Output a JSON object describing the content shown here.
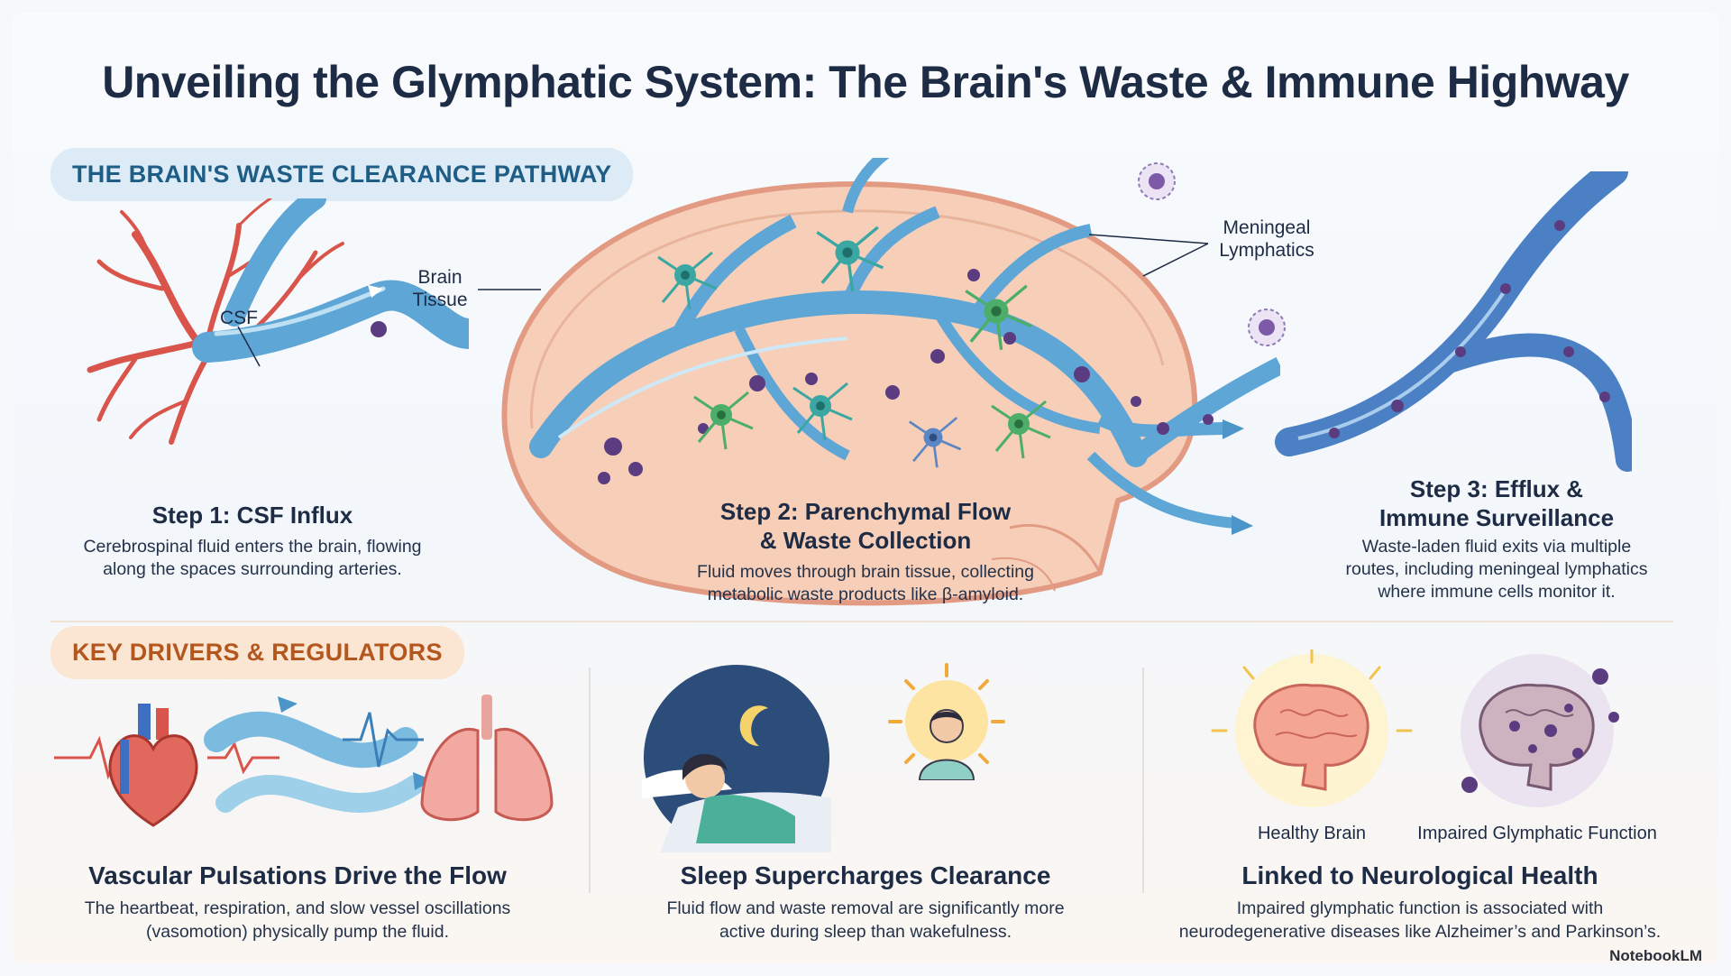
{
  "title": "Unveiling the Glymphatic System: The Brain's Waste & Immune Highway",
  "pathway": {
    "section_label": "THE BRAIN'S WASTE CLEARANCE PATHWAY",
    "labels": {
      "csf": "CSF",
      "brain_tissue_line1": "Brain",
      "brain_tissue_line2": "Tissue",
      "meningeal_line1": "Meningeal",
      "meningeal_line2": "Lymphatics"
    },
    "steps": [
      {
        "heading": "Step 1: CSF Influx",
        "body_line1": "Cerebrospinal fluid enters the brain, flowing",
        "body_line2": "along the spaces surrounding arteries."
      },
      {
        "heading_line1": "Step 2: Parenchymal Flow",
        "heading_line2": "& Waste Collection",
        "body_line1": "Fluid moves through brain tissue, collecting",
        "body_line2": "metabolic waste products like β-amyloid."
      },
      {
        "heading_line1": "Step 3: Efflux &",
        "heading_line2": "Immune Surveillance",
        "body_line1": "Waste-laden fluid exits via multiple",
        "body_line2": "routes, including meningeal lymphatics",
        "body_line3": "where immune cells monitor it."
      }
    ]
  },
  "drivers": {
    "section_label": "KEY DRIVERS & REGULATORS",
    "items": [
      {
        "heading": "Vascular Pulsations Drive the Flow",
        "body_line1": "The heartbeat, respiration, and slow vessel oscillations",
        "body_line2": "(vasomotion) physically pump the fluid."
      },
      {
        "heading": "Sleep Supercharges Clearance",
        "body_line1": "Fluid flow and waste removal are significantly more",
        "body_line2": "active during sleep than wakefulness."
      },
      {
        "heading": "Linked to Neurological Health",
        "healthy_label": "Healthy Brain",
        "impaired_label": "Impaired Glymphatic Function",
        "body_line1": "Impaired glymphatic function is associated with",
        "body_line2": "neurodegenerative diseases like Alzheimer’s and Parkinson’s."
      }
    ]
  },
  "branding": "NotebookLM",
  "colors": {
    "artery": "#d9544a",
    "csf_vessel": "#5ea6d6",
    "brain": "#f3c2a8",
    "waste": "#5b3c80",
    "heading": "#1d2b45",
    "section_blue": "#1e5d86",
    "section_orange": "#b4571f"
  },
  "icons": [
    "arteries-icon",
    "brain-cross-section-icon",
    "neuron-icon",
    "immune-cell-icon",
    "heart-icon",
    "wave-icon",
    "lungs-icon",
    "sleeping-person-icon",
    "moon-icon",
    "awake-person-icon",
    "sun-icon",
    "healthy-brain-icon",
    "impaired-brain-icon",
    "notebooklm-logo-icon"
  ]
}
